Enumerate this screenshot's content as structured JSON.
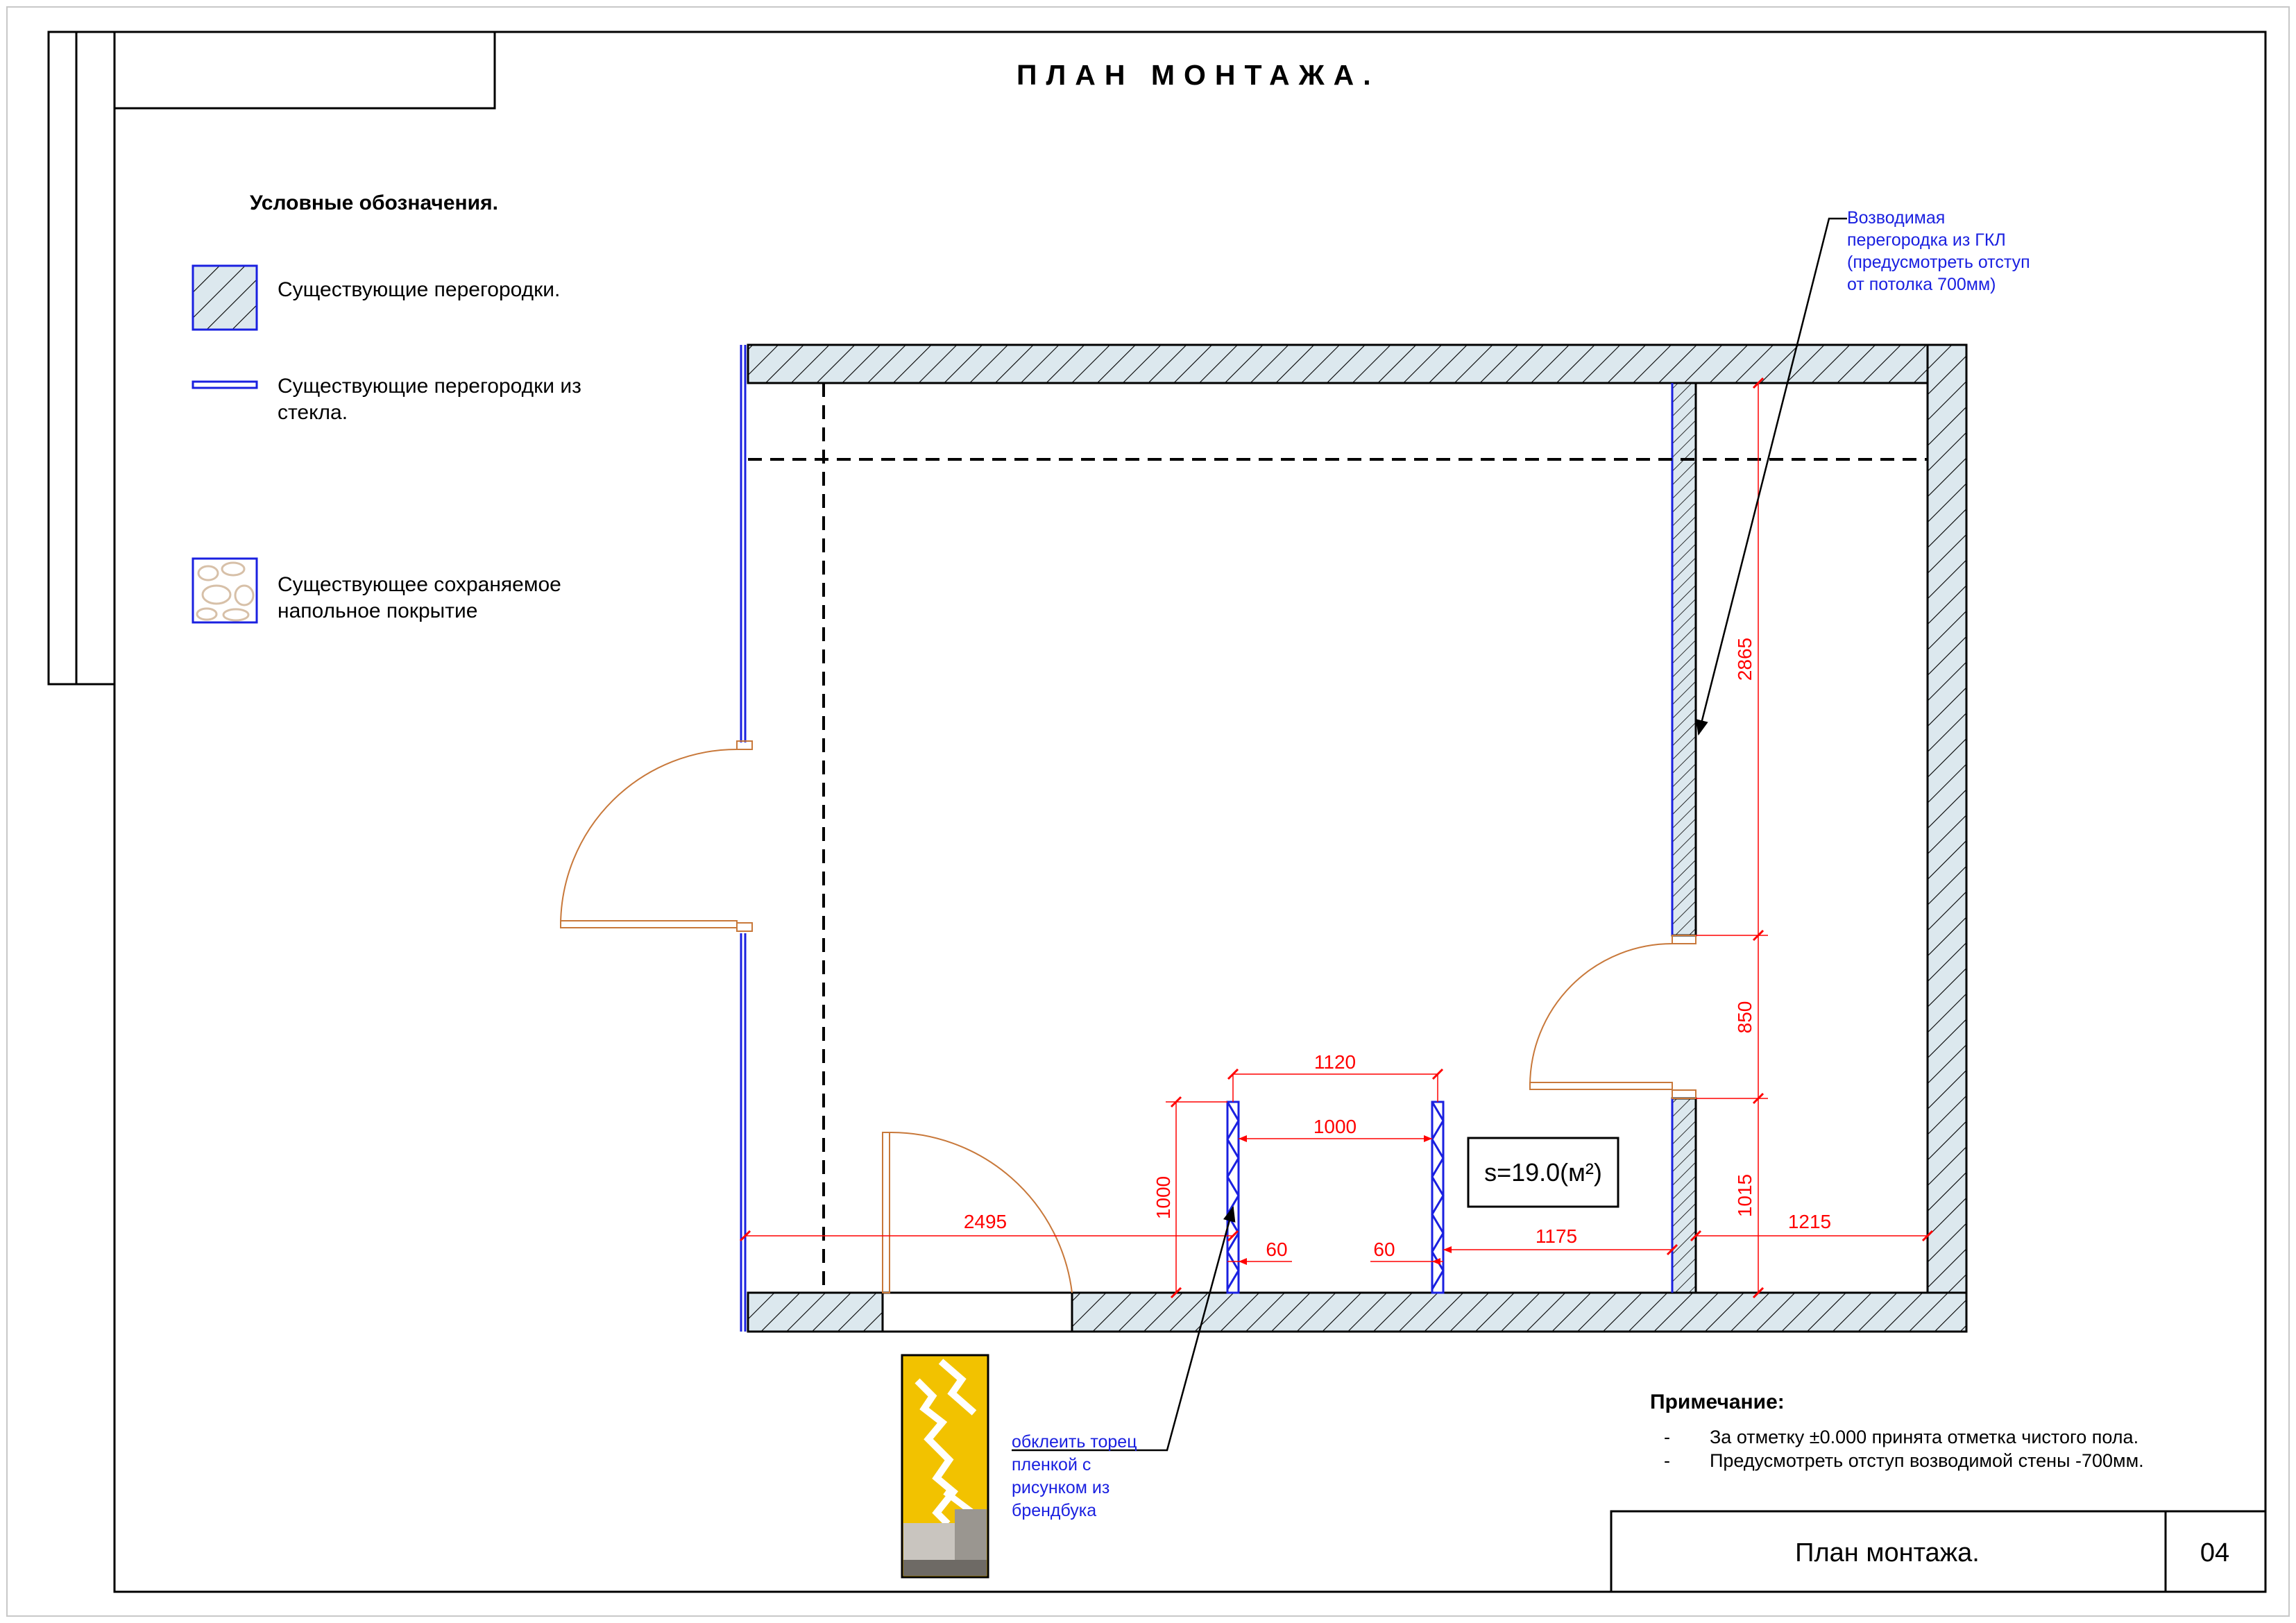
{
  "title": "ПЛАН МОНТАЖА.",
  "legend": {
    "heading": "Условные обозначения.",
    "items": [
      {
        "icon": "hatched-wall-swatch",
        "lines": [
          "Существующие перегородки."
        ]
      },
      {
        "icon": "glass-partition-swatch",
        "lines": [
          "Существующие перегородки из",
          "стекла."
        ]
      },
      {
        "icon": "floor-covering-swatch",
        "lines": [
          "Существующее сохраняемое",
          "напольное покрытие"
        ]
      }
    ]
  },
  "callouts": {
    "gkl_partition": [
      "Возводимая",
      "перегородка из ГКЛ",
      "(предусмотреть отступ",
      "от потолка 700мм)"
    ],
    "end_film": [
      "обклеить торец",
      "пленкой с",
      "рисунком из",
      "брендбука"
    ]
  },
  "dimensions": {
    "d2495": "2495",
    "d1000v": "1000",
    "d1120": "1120",
    "d1000h": "1000",
    "d60a": "60",
    "d60b": "60",
    "d1175": "1175",
    "d1215": "1215",
    "d2865": "2865",
    "d850": "850",
    "d1015": "1015"
  },
  "area_label": "s=19.0(м²)",
  "notes": {
    "heading": "Примечание:",
    "bullet": "-",
    "items": [
      "За отметку ±0.000 принята отметка чистого пола.",
      "Предусмотреть отступ возводимой стены   -700мм."
    ]
  },
  "stamp": {
    "title": "План монтажа.",
    "sheet": "04"
  },
  "colors": {
    "wall_fill": "#dce8ee",
    "glass": "#1a20e0",
    "dimension": "#ff0000",
    "door": "#c8783a",
    "callout_text": "#1a20e0",
    "swatch_yellow": "#f2c200"
  }
}
